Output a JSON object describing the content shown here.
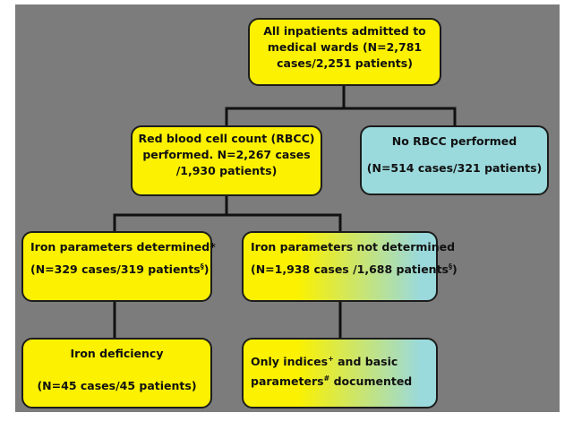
{
  "nodes": {
    "all_inpatients": {
      "line1": "All inpatients admitted to",
      "line2": "medical wards (N=2,781",
      "line3": "cases/2,251 patients)"
    },
    "rbcc_performed": {
      "line1": "Red blood cell count (RBCC)",
      "line2": "performed. N=2,267 cases",
      "line3": "/1,930 patients)"
    },
    "no_rbcc": {
      "line1": "No RBCC performed",
      "line2": "(N=514 cases/321 patients)"
    },
    "iron_determined": {
      "line1": "Iron parameters determined*",
      "line2_main": "(N=329 cases/319 patients",
      "line2_sup": "§",
      "line2_end": ")"
    },
    "iron_not_determined": {
      "line1": "Iron parameters not determined",
      "line2_main": "(N=1,938 cases /1,688 patients",
      "line2_sup": "§",
      "line2_end": ")"
    },
    "iron_deficiency": {
      "line1": "Iron deficiency",
      "line2": "(N=45 cases/45 patients)"
    },
    "indices_only": {
      "line1_a": "Only indices",
      "line1_sup": "+",
      "line1_b": " and basic",
      "line2_a": "parameters",
      "line2_sup": "#",
      "line2_b": " documented"
    }
  },
  "colors": {
    "background_panel": "#7c7c7c",
    "yellow_box": "#fbf100",
    "teal_box": "#9ad9dc",
    "connector": "#111111"
  }
}
